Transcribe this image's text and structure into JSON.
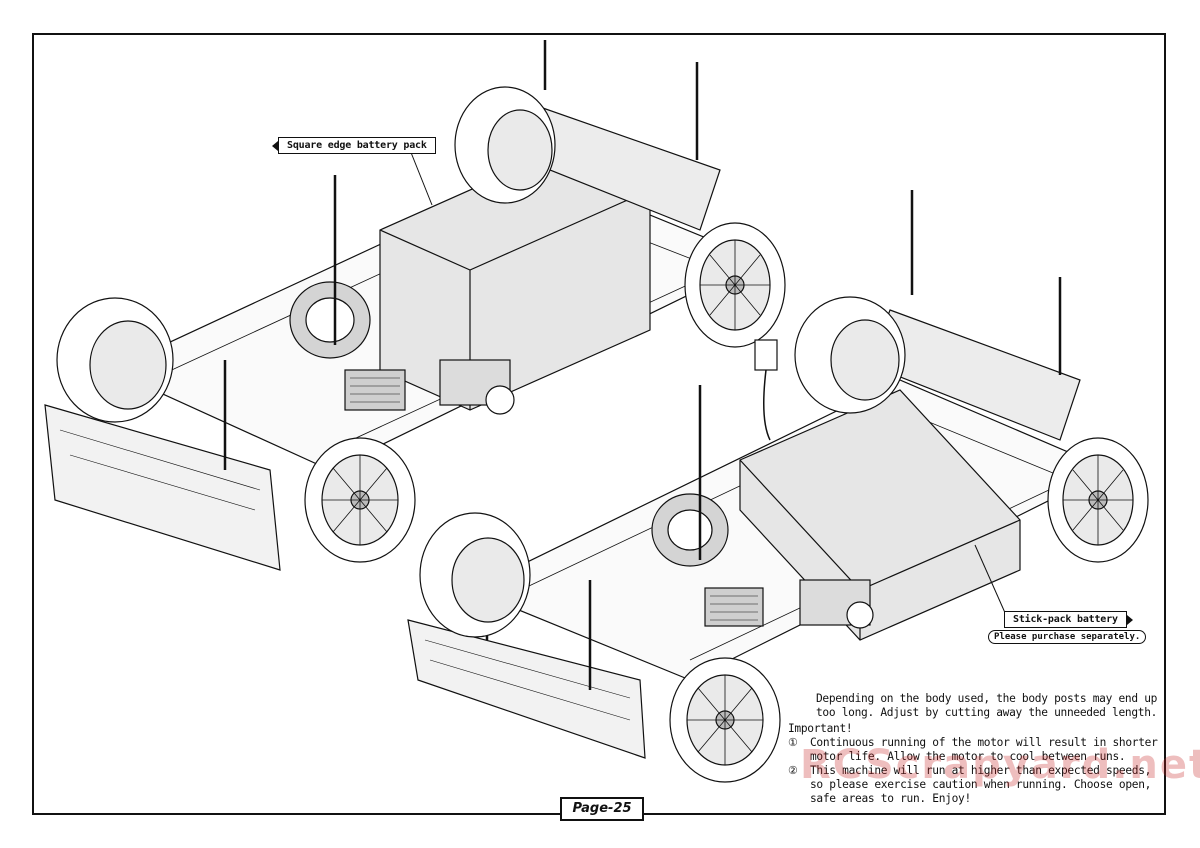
{
  "callouts": {
    "square_edge": "Square edge battery pack",
    "stick_pack": "Stick-pack battery",
    "purchase_note": "Please purchase separately."
  },
  "notes": {
    "intro_line1": "Depending on the body used, the body posts may end up",
    "intro_line2": "too long. Adjust by cutting away the unneeded length.",
    "important_label": "Important!",
    "items": [
      {
        "num": "①",
        "line1": "Continuous running of the motor will result in shorter",
        "line2": "motor life.  Allow the motor to cool between runs."
      },
      {
        "num": "②",
        "line1": "This machine will run at higher than expected speeds,",
        "line2": "so please exercise caution when running.  Choose open,",
        "line3": "safe areas to run.  Enjoy!"
      }
    ]
  },
  "page_label": "Page-25",
  "watermark": "RCScrapyard.net",
  "icons": [
    "chassis-illustration-square-battery",
    "chassis-illustration-stick-battery"
  ]
}
